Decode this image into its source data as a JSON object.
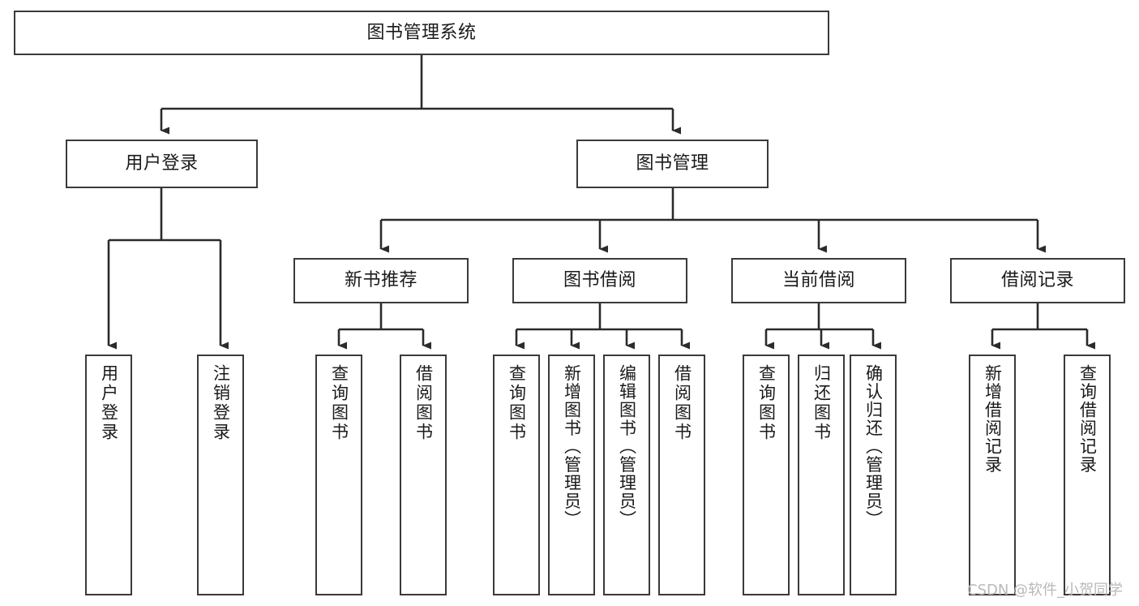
{
  "diagram": {
    "title": "图书管理系统",
    "type": "hierarchy-tree",
    "style": {
      "background": "#ffffff",
      "box_border": "#3a3a3a",
      "box_fill": "#ffffff",
      "connector": "#2b2b2b",
      "text": "#1a1a1a",
      "watermark": "#b9b9b9"
    },
    "root": {
      "id": "root",
      "label": "图书管理系统"
    },
    "level1": [
      {
        "id": "user-login",
        "label": "用户登录"
      },
      {
        "id": "book-management",
        "label": "图书管理"
      }
    ],
    "level2": [
      {
        "id": "new-book-recommend",
        "label": "新书推荐",
        "parent": "book-management"
      },
      {
        "id": "book-borrow",
        "label": "图书借阅",
        "parent": "book-management"
      },
      {
        "id": "current-borrow",
        "label": "当前借阅",
        "parent": "book-management"
      },
      {
        "id": "borrow-record",
        "label": "借阅记录",
        "parent": "book-management"
      }
    ],
    "leaves": [
      {
        "id": "leaf-user-login",
        "label": "用户登录",
        "parent": "user-login"
      },
      {
        "id": "leaf-user-logout",
        "label": "注销登录",
        "parent": "user-login"
      },
      {
        "id": "leaf-query-book-1",
        "label": "查询图书",
        "parent": "new-book-recommend"
      },
      {
        "id": "leaf-borrow-book-1",
        "label": "借阅图书",
        "parent": "new-book-recommend"
      },
      {
        "id": "leaf-query-book-2",
        "label": "查询图书",
        "parent": "book-borrow"
      },
      {
        "id": "leaf-add-book",
        "label": "新增图书（管理员）",
        "parent": "book-borrow"
      },
      {
        "id": "leaf-edit-book",
        "label": "编辑图书（管理员）",
        "parent": "book-borrow"
      },
      {
        "id": "leaf-borrow-book-2",
        "label": "借阅图书",
        "parent": "book-borrow"
      },
      {
        "id": "leaf-query-book-3",
        "label": "查询图书",
        "parent": "current-borrow"
      },
      {
        "id": "leaf-return-book",
        "label": "归还图书",
        "parent": "current-borrow"
      },
      {
        "id": "leaf-confirm-return",
        "label": "确认归还（管理员）",
        "parent": "current-borrow"
      },
      {
        "id": "leaf-add-record",
        "label": "新增借阅记录",
        "parent": "borrow-record"
      },
      {
        "id": "leaf-query-record",
        "label": "查询借阅记录",
        "parent": "borrow-record"
      }
    ],
    "watermark": "CSDN @软件_小贺同学"
  }
}
